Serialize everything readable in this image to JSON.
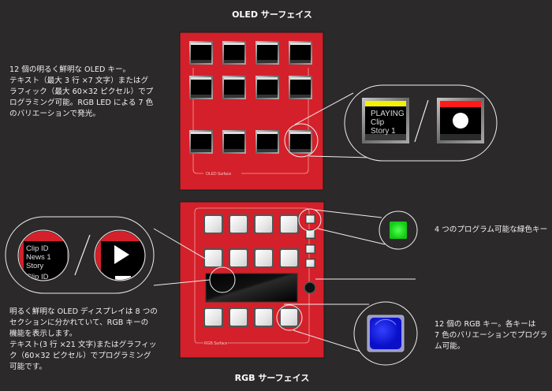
{
  "titles": {
    "oled_surface": "OLED サーフェイス",
    "rgb_surface": "RGB サーフェイス"
  },
  "panels": {
    "oled_label": "OLED Surface",
    "rgb_label": "RGB Surface"
  },
  "descriptions": {
    "oled_keys": "12 個の明るく鮮明な OLED キー。\nテキスト（最大 3 行 ×7 文字）またはグ\nラフィック（最大 60×32 ピクセル）でプ\nログラミング可能。RGB LED による 7 色\nのバリエーションで発光。",
    "oled_display": "明るく鮮明な OLED ディスプレイは 8 つの\nセクションに分かれていて、RGB キーの\n機能を表示します。\nテキスト(3 行 ×21 文字)またはグラフィッ\nク（60×32 ピクセル）でプログラミング\n可能です。",
    "green_keys": "4 つのプログラム可能な緑色キー",
    "rgb_keys": "12 個の RGB キー。各キーは\n7 色のバリエーションでプログラ\nム可能。"
  },
  "oled_key_example": {
    "lines": [
      "PLAYING",
      "Clip",
      "Story 1"
    ]
  },
  "display_example": {
    "lines": [
      "Clip ID",
      "News 1",
      "Story",
      "Clip ID"
    ]
  },
  "colors": {
    "panel": "#d4202a",
    "background": "#2b2929",
    "yellow": "#f5f000",
    "red": "#ff1a1a",
    "green": "#22ee22",
    "blue": "#1a22e0"
  }
}
